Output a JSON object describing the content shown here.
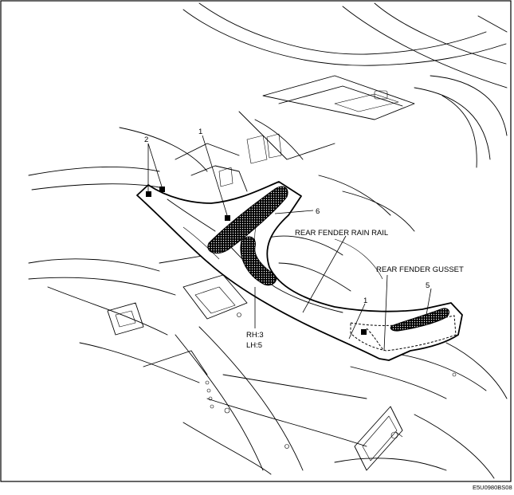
{
  "labels": {
    "callout_1_upper": "1",
    "callout_1_lower": "1",
    "callout_2": "2",
    "callout_5": "5",
    "callout_6": "6",
    "rear_fender_rain_rail": "REAR FENDER RAIN RAIL",
    "rear_fender_gusset": "REAR FENDER GUSSET",
    "side_rh": "RH:3",
    "side_lh": "LH:5"
  },
  "figure_code": "E5U0980BS08",
  "colors": {
    "line": "#000000",
    "background": "#ffffff",
    "sealer_fill": "#000000"
  }
}
